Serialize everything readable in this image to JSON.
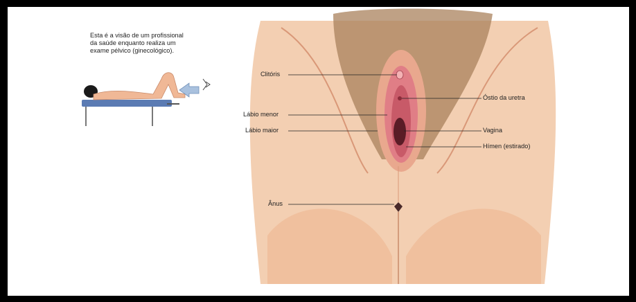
{
  "caption": {
    "text": "Esta é a visão de um profissional\nda saúde enquanto realiza um\nexame pélvico (ginecológico)."
  },
  "labels": {
    "clitoris": "Clitóris",
    "labio_menor": "Lábio menor",
    "labio_maior": "Lábio maior",
    "anus": "Ânus",
    "ostio_uretra": "Óstio da uretra",
    "vagina": "Vagina",
    "himen": "Hímen (estirado)"
  },
  "colors": {
    "skin": "#f2c4a4",
    "skin_shadow": "#d99878",
    "hair": "#8a6a4a",
    "mucosa": "#e07e86",
    "inner": "#b84a58",
    "table": "#5b7bb3",
    "arrow": "#a9c1de"
  }
}
